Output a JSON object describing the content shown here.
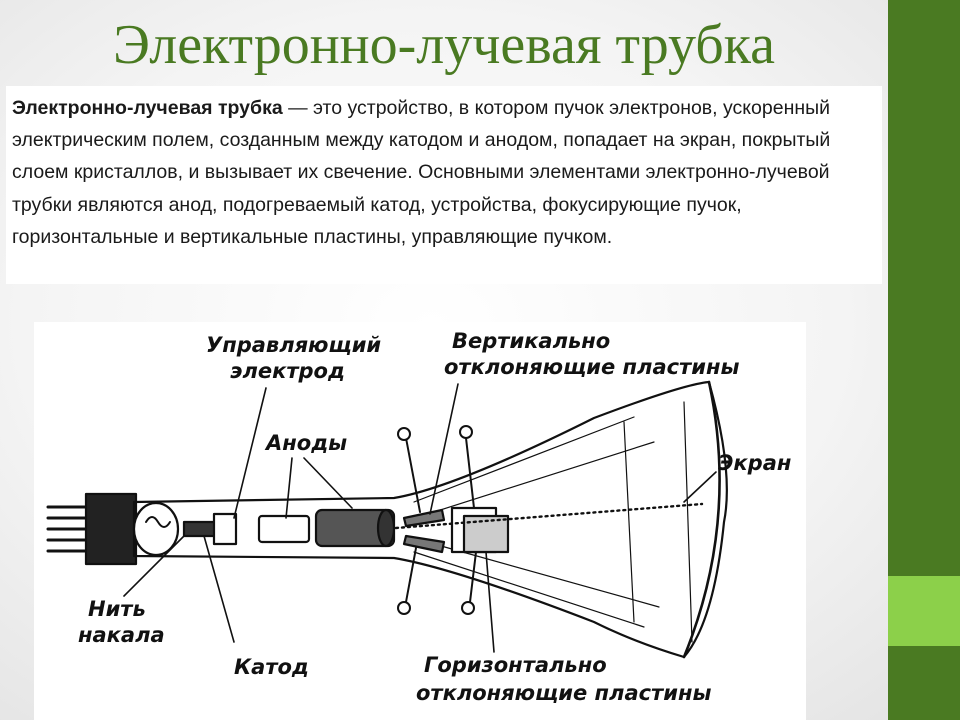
{
  "title": "Электронно-лучевая трубка",
  "definition": {
    "lead": "Электронно-лучевая трубка",
    "body": " — это устройство, в котором пучок электронов, ускоренный электрическим полем, созданным между катодом и анодом, попадает на экран, покрытый слоем кристаллов, и вызывает их свечение. Основными элементами электронно-лучевой трубки являются анод, подогреваемый катод, устройства, фокусирующие пучок, горизонтальные и вертикальные пластины, управляющие пучком."
  },
  "diagram": {
    "labels": {
      "control_electrode_line1": "Управляющий",
      "control_electrode_line2": "электрод",
      "anodes": "Аноды",
      "vertical_plates_line1": "Вертикально",
      "vertical_plates_line2": "отклоняющие пластины",
      "screen": "Экран",
      "filament_line1": "Нить",
      "filament_line2": "накала",
      "cathode": "Катод",
      "horizontal_plates_line1": "Горизонтально",
      "horizontal_plates_line2": "отклоняющие пластины"
    }
  },
  "colors": {
    "title": "#4a7a22",
    "sidebar_dark": "#4a7a22",
    "sidebar_light": "#8cd04a"
  }
}
